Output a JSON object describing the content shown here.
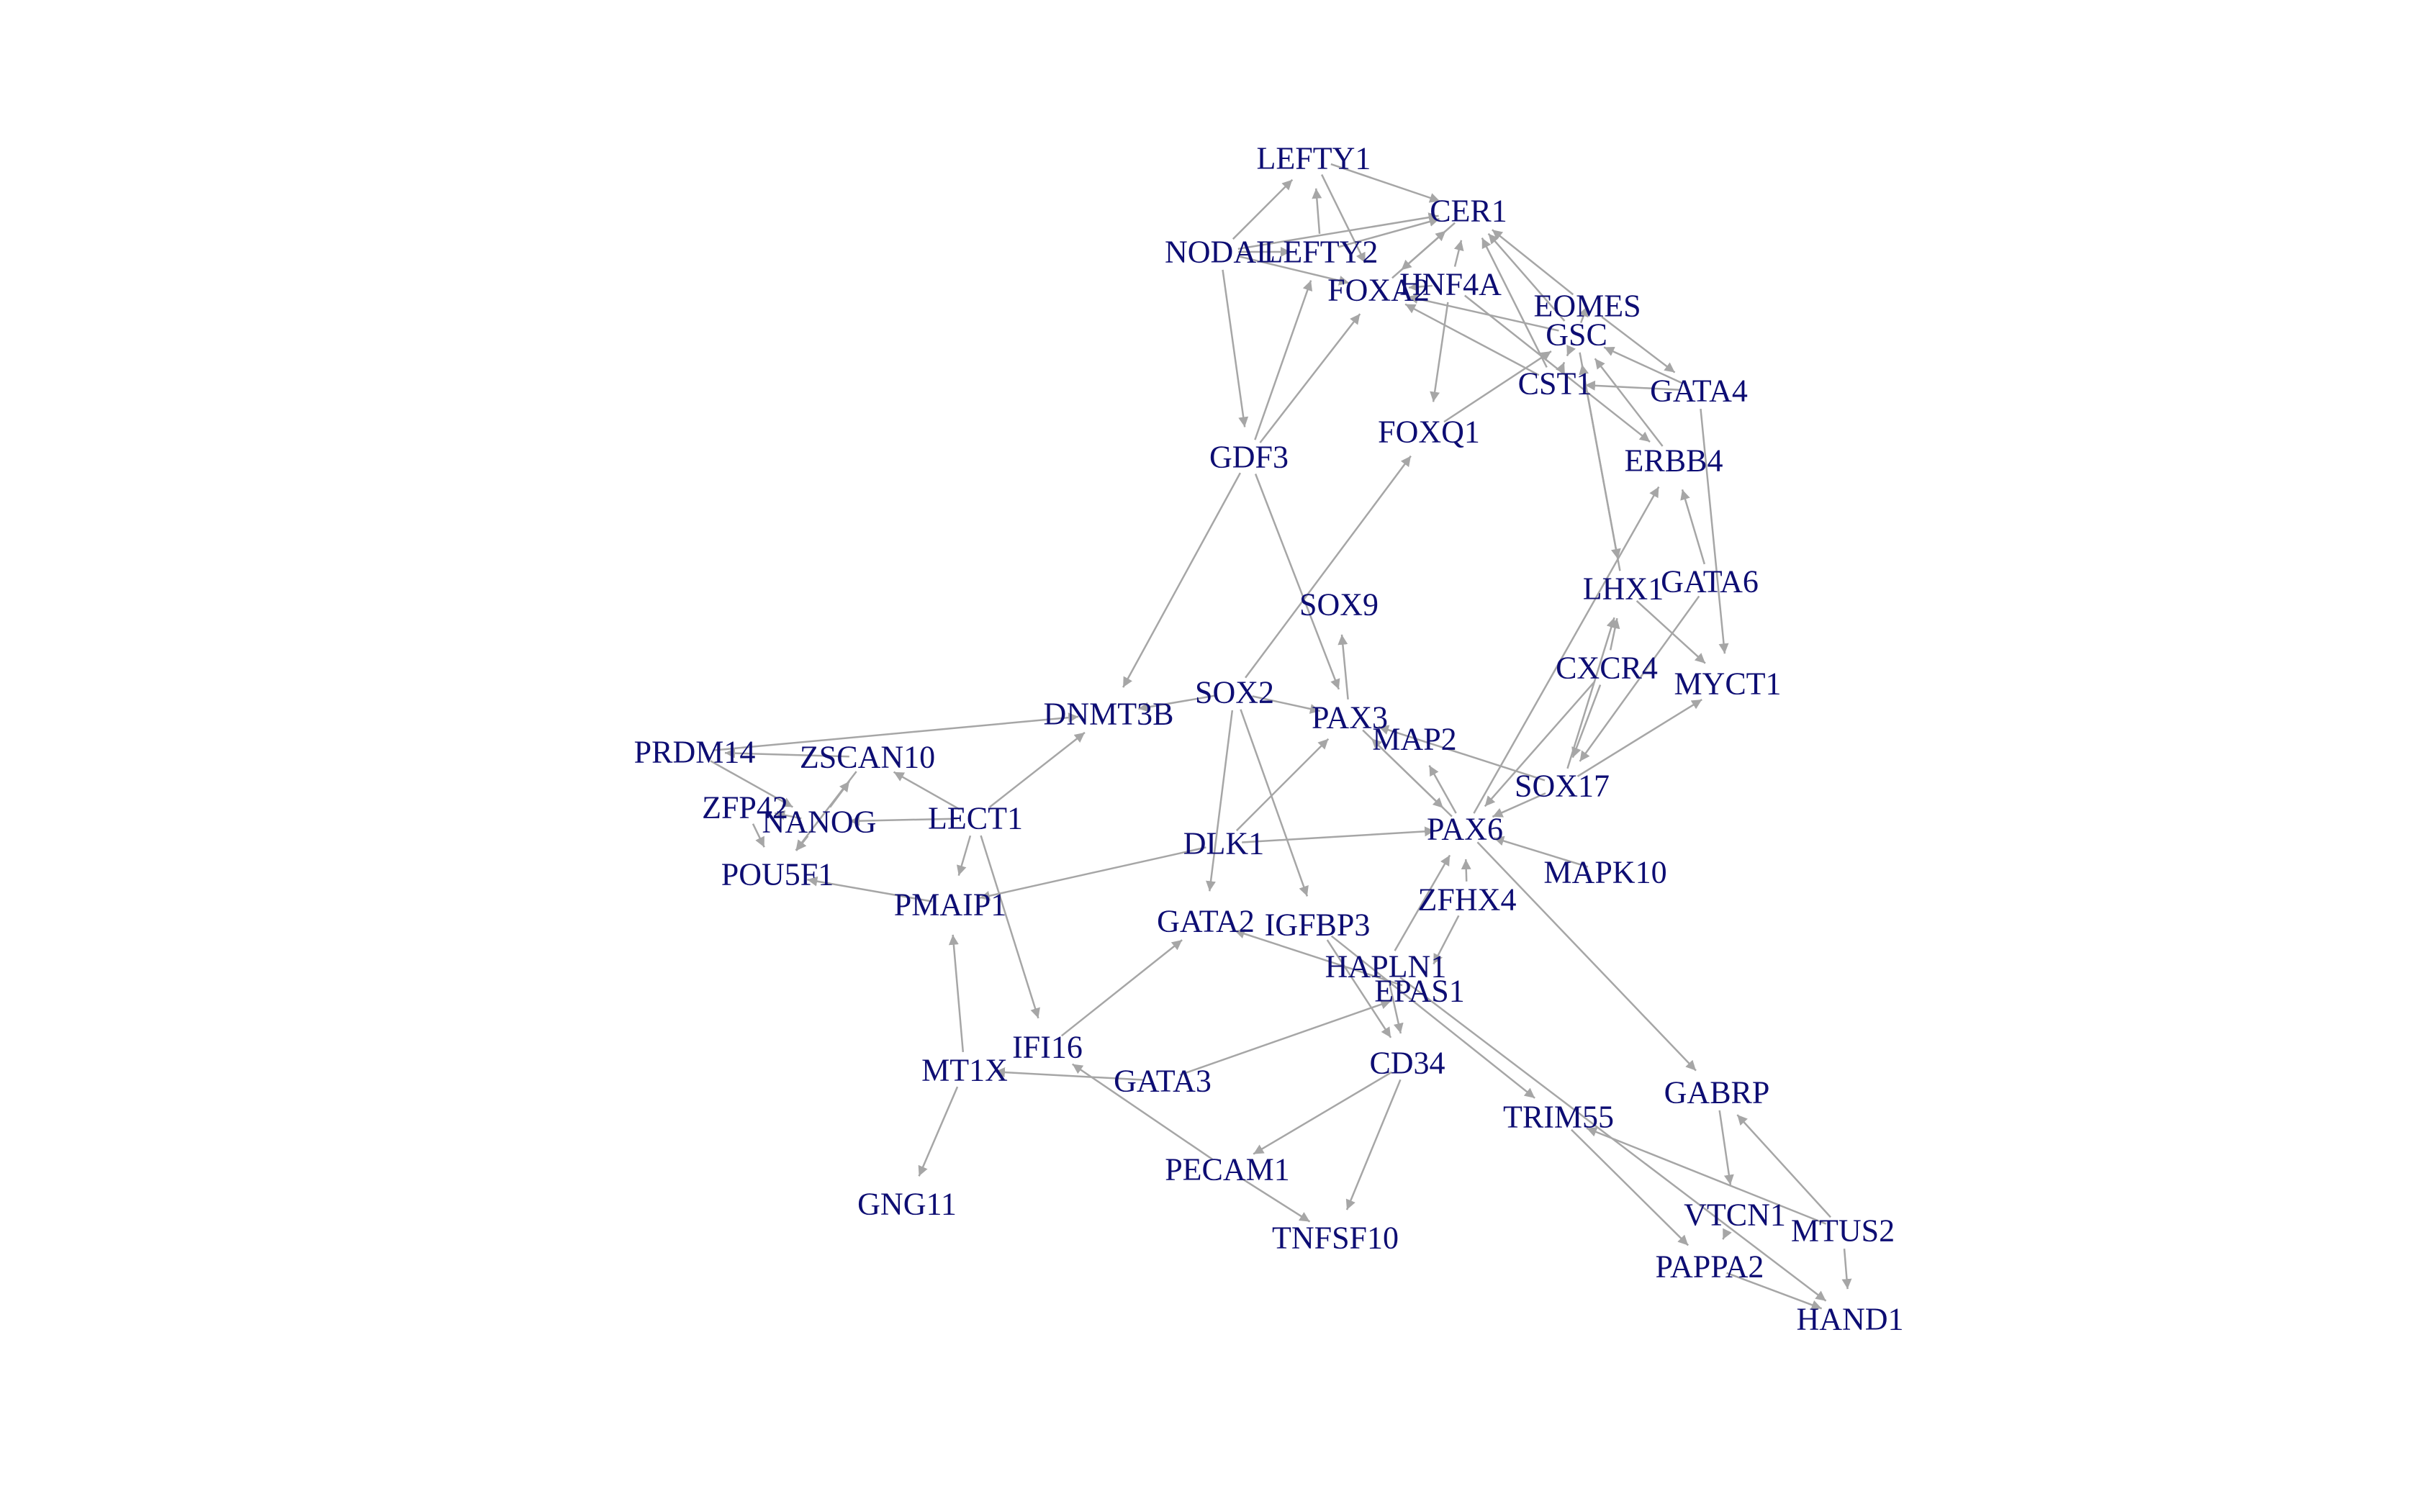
{
  "colors": {
    "background": "#ffffff",
    "edge": "#a6a6a6",
    "label": "#0d0d73"
  },
  "nodes": [
    {
      "id": "LEFTY1",
      "label": "LEFTY1"
    },
    {
      "id": "CER1",
      "label": "CER1"
    },
    {
      "id": "NODAL",
      "label": "NODAL"
    },
    {
      "id": "LEFTY2",
      "label": "LEFTY2"
    },
    {
      "id": "HNF4A",
      "label": "HNF4A"
    },
    {
      "id": "FOXA2",
      "label": "FOXA2"
    },
    {
      "id": "EOMES",
      "label": "EOMES"
    },
    {
      "id": "GSC",
      "label": "GSC"
    },
    {
      "id": "CST1",
      "label": "CST1"
    },
    {
      "id": "GATA4",
      "label": "GATA4"
    },
    {
      "id": "GDF3",
      "label": "GDF3"
    },
    {
      "id": "FOXQ1",
      "label": "FOXQ1"
    },
    {
      "id": "ERBB4",
      "label": "ERBB4"
    },
    {
      "id": "LHX1",
      "label": "LHX1"
    },
    {
      "id": "GATA6",
      "label": "GATA6"
    },
    {
      "id": "SOX9",
      "label": "SOX9"
    },
    {
      "id": "CXCR4",
      "label": "CXCR4"
    },
    {
      "id": "MYCT1",
      "label": "MYCT1"
    },
    {
      "id": "DNMT3B",
      "label": "DNMT3B"
    },
    {
      "id": "SOX2",
      "label": "SOX2"
    },
    {
      "id": "PAX3",
      "label": "PAX3"
    },
    {
      "id": "MAP2",
      "label": "MAP2"
    },
    {
      "id": "PRDM14",
      "label": "PRDM14"
    },
    {
      "id": "ZSCAN10",
      "label": "ZSCAN10"
    },
    {
      "id": "SOX17",
      "label": "SOX17"
    },
    {
      "id": "ZFP42",
      "label": "ZFP42"
    },
    {
      "id": "NANOG",
      "label": "NANOG"
    },
    {
      "id": "LECT1",
      "label": "LECT1"
    },
    {
      "id": "PAX6",
      "label": "PAX6"
    },
    {
      "id": "DLK1",
      "label": "DLK1"
    },
    {
      "id": "MAPK10",
      "label": "MAPK10"
    },
    {
      "id": "POU5F1",
      "label": "POU5F1"
    },
    {
      "id": "PMAIP1",
      "label": "PMAIP1"
    },
    {
      "id": "ZFHX4",
      "label": "ZFHX4"
    },
    {
      "id": "GATA2",
      "label": "GATA2"
    },
    {
      "id": "IGFBP3",
      "label": "IGFBP3"
    },
    {
      "id": "HAPLN1",
      "label": "HAPLN1"
    },
    {
      "id": "EPAS1",
      "label": "EPAS1"
    },
    {
      "id": "IFI16",
      "label": "IFI16"
    },
    {
      "id": "MT1X",
      "label": "MT1X"
    },
    {
      "id": "GATA3",
      "label": "GATA3"
    },
    {
      "id": "CD34",
      "label": "CD34"
    },
    {
      "id": "GABRP",
      "label": "GABRP"
    },
    {
      "id": "TRIM55",
      "label": "TRIM55"
    },
    {
      "id": "PECAM1",
      "label": "PECAM1"
    },
    {
      "id": "GNG11",
      "label": "GNG11"
    },
    {
      "id": "VTCN1",
      "label": "VTCN1"
    },
    {
      "id": "MTUS2",
      "label": "MTUS2"
    },
    {
      "id": "TNFSF10",
      "label": "TNFSF10"
    },
    {
      "id": "PAPPA2",
      "label": "PAPPA2"
    },
    {
      "id": "HAND1",
      "label": "HAND1"
    }
  ],
  "edges": [
    {
      "from": "NODAL",
      "to": "LEFTY1"
    },
    {
      "from": "LEFTY2",
      "to": "LEFTY1"
    },
    {
      "from": "LEFTY1",
      "to": "CER1"
    },
    {
      "from": "NODAL",
      "to": "CER1"
    },
    {
      "from": "LEFTY2",
      "to": "CER1"
    },
    {
      "from": "HNF4A",
      "to": "CER1"
    },
    {
      "from": "FOXA2",
      "to": "CER1"
    },
    {
      "from": "EOMES",
      "to": "CER1"
    },
    {
      "from": "GSC",
      "to": "CER1"
    },
    {
      "from": "CST1",
      "to": "CER1"
    },
    {
      "from": "NODAL",
      "to": "LEFTY2"
    },
    {
      "from": "GDF3",
      "to": "LEFTY2"
    },
    {
      "from": "NODAL",
      "to": "FOXA2"
    },
    {
      "from": "LEFTY1",
      "to": "FOXA2"
    },
    {
      "from": "HNF4A",
      "to": "FOXA2"
    },
    {
      "from": "CER1",
      "to": "FOXA2"
    },
    {
      "from": "GSC",
      "to": "FOXA2"
    },
    {
      "from": "CST1",
      "to": "FOXA2"
    },
    {
      "from": "GDF3",
      "to": "FOXA2"
    },
    {
      "from": "NODAL",
      "to": "GDF3"
    },
    {
      "from": "HNF4A",
      "to": "FOXQ1"
    },
    {
      "from": "SOX2",
      "to": "FOXQ1"
    },
    {
      "from": "CST1",
      "to": "GSC"
    },
    {
      "from": "EOMES",
      "to": "GSC"
    },
    {
      "from": "GATA4",
      "to": "GSC"
    },
    {
      "from": "ERBB4",
      "to": "GSC"
    },
    {
      "from": "FOXQ1",
      "to": "GSC"
    },
    {
      "from": "GSC",
      "to": "CST1"
    },
    {
      "from": "LHX1",
      "to": "GSC"
    },
    {
      "from": "GATA4",
      "to": "CST1"
    },
    {
      "from": "EOMES",
      "to": "GATA4"
    },
    {
      "from": "HNF4A",
      "to": "ERBB4"
    },
    {
      "from": "GATA6",
      "to": "ERBB4"
    },
    {
      "from": "GSC",
      "to": "LHX1"
    },
    {
      "from": "GATA4",
      "to": "MYCT1"
    },
    {
      "from": "LHX1",
      "to": "MYCT1"
    },
    {
      "from": "SOX17",
      "to": "MYCT1"
    },
    {
      "from": "CXCR4",
      "to": "LHX1"
    },
    {
      "from": "SOX17",
      "to": "LHX1"
    },
    {
      "from": "PAX6",
      "to": "ERBB4"
    },
    {
      "from": "GDF3",
      "to": "DNMT3B"
    },
    {
      "from": "GDF3",
      "to": "PAX3"
    },
    {
      "from": "SOX2",
      "to": "PAX3"
    },
    {
      "from": "PAX3",
      "to": "SOX9"
    },
    {
      "from": "SOX2",
      "to": "DNMT3B"
    },
    {
      "from": "LECT1",
      "to": "DNMT3B"
    },
    {
      "from": "PRDM14",
      "to": "DNMT3B"
    },
    {
      "from": "SOX2",
      "to": "GATA2"
    },
    {
      "from": "SOX2",
      "to": "IGFBP3"
    },
    {
      "from": "DLK1",
      "to": "PAX3"
    },
    {
      "from": "PAX6",
      "to": "PAX3"
    },
    {
      "from": "PAX6",
      "to": "MAP2"
    },
    {
      "from": "SOX17",
      "to": "PAX3"
    },
    {
      "from": "CXCR4",
      "to": "SOX17"
    },
    {
      "from": "GATA6",
      "to": "SOX17"
    },
    {
      "from": "SOX17",
      "to": "PAX6"
    },
    {
      "from": "MAPK10",
      "to": "PAX6"
    },
    {
      "from": "PAX3",
      "to": "PAX6"
    },
    {
      "from": "DLK1",
      "to": "PAX6"
    },
    {
      "from": "ZFHX4",
      "to": "PAX6"
    },
    {
      "from": "HAPLN1",
      "to": "PAX6"
    },
    {
      "from": "CXCR4",
      "to": "PAX6"
    },
    {
      "from": "PAX6",
      "to": "GABRP"
    },
    {
      "from": "ZSCAN10",
      "to": "PRDM14"
    },
    {
      "from": "LECT1",
      "to": "ZSCAN10"
    },
    {
      "from": "NANOG",
      "to": "ZSCAN10"
    },
    {
      "from": "NANOG",
      "to": "ZFP42"
    },
    {
      "from": "LECT1",
      "to": "NANOG"
    },
    {
      "from": "ZFP42",
      "to": "POU5F1"
    },
    {
      "from": "NANOG",
      "to": "POU5F1"
    },
    {
      "from": "PRDM14",
      "to": "NANOG"
    },
    {
      "from": "PMAIP1",
      "to": "POU5F1"
    },
    {
      "from": "ZSCAN10",
      "to": "POU5F1"
    },
    {
      "from": "LECT1",
      "to": "PMAIP1"
    },
    {
      "from": "DLK1",
      "to": "PMAIP1"
    },
    {
      "from": "MT1X",
      "to": "PMAIP1"
    },
    {
      "from": "LECT1",
      "to": "IFI16"
    },
    {
      "from": "IFI16",
      "to": "GATA2"
    },
    {
      "from": "EPAS1",
      "to": "GATA2"
    },
    {
      "from": "IGFBP3",
      "to": "CD34"
    },
    {
      "from": "HAPLN1",
      "to": "CD34"
    },
    {
      "from": "GATA3",
      "to": "EPAS1"
    },
    {
      "from": "PECAM1",
      "to": "IFI16"
    },
    {
      "from": "MT1X",
      "to": "GNG11"
    },
    {
      "from": "GATA3",
      "to": "MT1X"
    },
    {
      "from": "CD34",
      "to": "TNFSF10"
    },
    {
      "from": "PECAM1",
      "to": "TNFSF10"
    },
    {
      "from": "CD34",
      "to": "PECAM1"
    },
    {
      "from": "ZFHX4",
      "to": "EPAS1"
    },
    {
      "from": "IGFBP3",
      "to": "TRIM55"
    },
    {
      "from": "HAPLN1",
      "to": "HAND1"
    },
    {
      "from": "MTUS2",
      "to": "TRIM55"
    },
    {
      "from": "MTUS2",
      "to": "GABRP"
    },
    {
      "from": "GABRP",
      "to": "VTCN1"
    },
    {
      "from": "VTCN1",
      "to": "PAPPA2"
    },
    {
      "from": "TRIM55",
      "to": "PAPPA2"
    },
    {
      "from": "MTUS2",
      "to": "HAND1"
    },
    {
      "from": "PAPPA2",
      "to": "HAND1"
    }
  ]
}
